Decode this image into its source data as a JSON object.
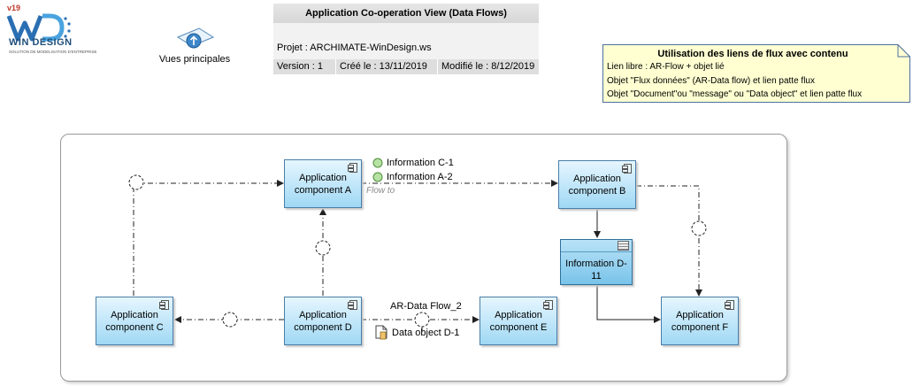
{
  "logo": {
    "version": "v19",
    "brand": "WIN DESIGN",
    "tagline": "SOLUTION DE MODELISATION D'ENTREPRISE"
  },
  "views_link": {
    "label": "Vues principales",
    "icon": "home-up-arrow-icon"
  },
  "header": {
    "title": "Application Co-operation View (Data Flows)",
    "project": "Projet : ARCHIMATE-WinDesign.ws",
    "version": "Version : 1",
    "created": "Créé le : 13/11/2019",
    "modified": "Modifié le : 8/12/2019"
  },
  "note": {
    "title": "Utilisation des liens de flux avec contenu",
    "lines": [
      "Lien libre : AR-Flow + objet lié",
      "Objet \"Flux données\" (AR-Data flow) et lien patte flux",
      "Objet \"Document\"ou \"message\" ou \"Data object\" et lien patte flux"
    ]
  },
  "diagram": {
    "components": {
      "a": "Application component A",
      "b": "Application component B",
      "c": "Application component C",
      "d": "Application component D",
      "e": "Application component E",
      "f": "Application component F"
    },
    "information": "Information D-11",
    "labels": {
      "info_c1": "Information C-1",
      "info_a2": "Information A-2",
      "flow_to": "Flow to",
      "data_flow": "AR-Data Flow_2",
      "data_object": "Data object D-1"
    },
    "colors": {
      "component_fill": "#9fd8f4",
      "information_fill": "#79c3ea",
      "info_dot": "#b6e3a4"
    }
  }
}
